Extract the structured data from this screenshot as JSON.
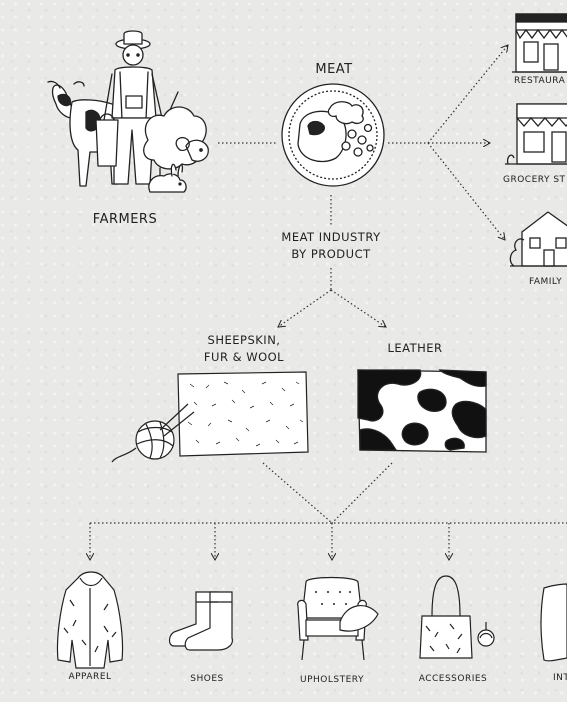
{
  "nodes": {
    "farmers": "FARMERS",
    "meat": "MEAT",
    "byproduct_line1": "MEAT INDUSTRY",
    "byproduct_line2": "BY PRODUCT",
    "sheepskin_line1": "SHEEPSKIN,",
    "sheepskin_line2": "FUR & WOOL",
    "leather": "LEATHER",
    "restaurants": "RESTAURA",
    "grocery": "GROCERY ST",
    "family": "FAMILY",
    "apparel": "APPAREL",
    "shoes": "SHOES",
    "upholstery": "UPHOLSTERY",
    "accessories": "ACCESSORIES",
    "interior": "INT"
  },
  "icons": [
    "cow-icon",
    "farmer-icon",
    "sheep-icon",
    "rabbit-icon",
    "meat-plate-icon",
    "restaurant-icon",
    "grocery-store-icon",
    "house-icon",
    "sheepskin-icon",
    "yarn-ball-icon",
    "leather-hide-icon",
    "fur-coat-icon",
    "boots-icon",
    "armchair-icon",
    "bag-icon",
    "pillow-icon"
  ],
  "colors": {
    "background": "#e9e9e7",
    "ink": "#222222",
    "white": "#ffffff"
  }
}
